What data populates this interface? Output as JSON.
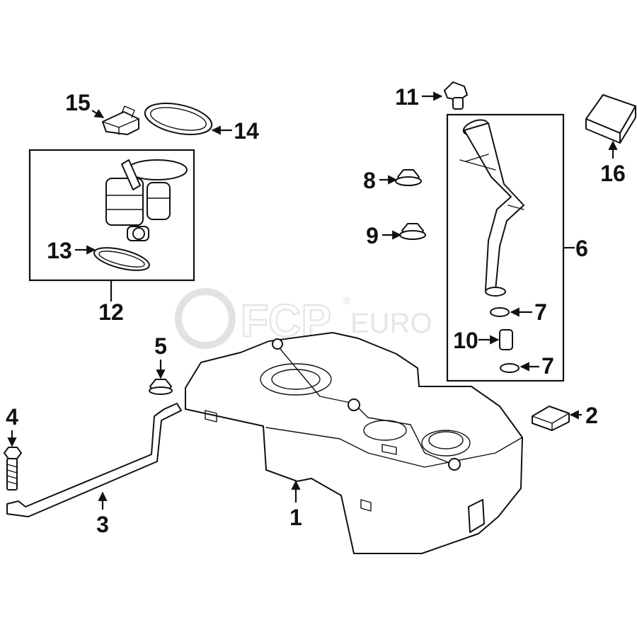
{
  "watermark": {
    "brand": "FCP",
    "suffix": "EURO",
    "mark": "®"
  },
  "callouts": {
    "c1": "1",
    "c2": "2",
    "c3": "3",
    "c4": "4",
    "c5": "5",
    "c6": "6",
    "c7a": "7",
    "c7b": "7",
    "c8": "8",
    "c9": "9",
    "c10": "10",
    "c11": "11",
    "c12": "12",
    "c13": "13",
    "c14": "14",
    "c15": "15",
    "c16": "16"
  },
  "colors": {
    "line": "#111111",
    "background": "#ffffff",
    "watermark": "#e2e2e2"
  }
}
